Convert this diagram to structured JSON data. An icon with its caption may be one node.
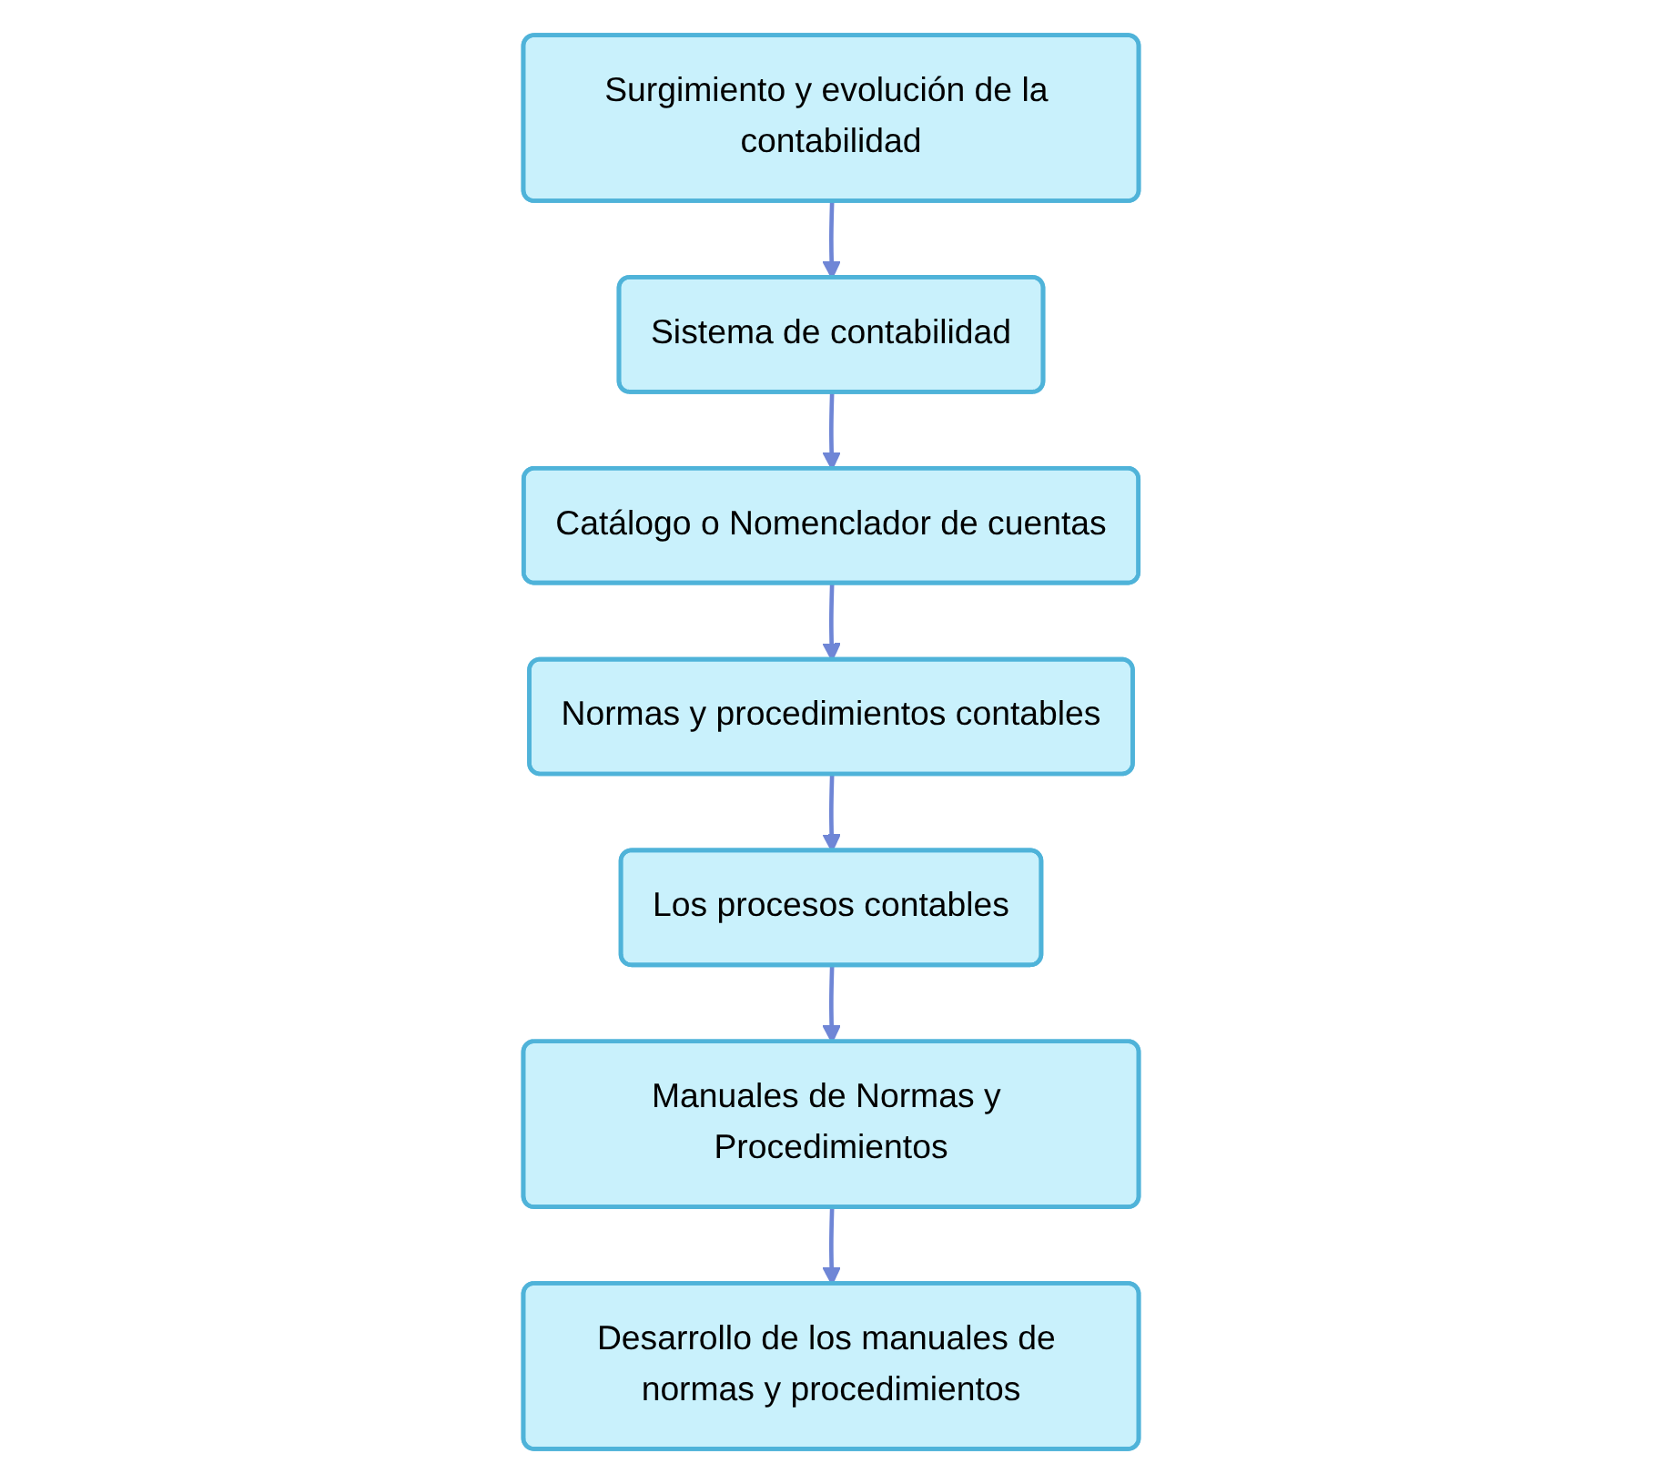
{
  "diagram": {
    "nodes": [
      {
        "text": [
          "Surgimiento y evolución de la contabilidad"
        ]
      },
      {
        "text": [
          "Sistema de contabilidad"
        ]
      },
      {
        "text": [
          "Catálogo o Nomenclador de cuentas"
        ]
      },
      {
        "text": [
          "Normas y procedimientos contables"
        ]
      },
      {
        "text": [
          "Los procesos contables"
        ]
      },
      {
        "text": [
          "Manuales de Normas y Procedimientos"
        ]
      },
      {
        "text": [
          "Desarrollo de los manuales de normas y procedimientos"
        ]
      }
    ],
    "edges": [
      {
        "from": 0,
        "to": 1,
        "arrow": "to"
      },
      {
        "from": 1,
        "to": 2,
        "arrow": "to"
      },
      {
        "from": 2,
        "to": 3,
        "arrow": "to"
      },
      {
        "from": 3,
        "to": 4,
        "arrow": "to"
      },
      {
        "from": 4,
        "to": 5,
        "arrow": "to"
      },
      {
        "from": 5,
        "to": 6,
        "arrow": "to"
      }
    ]
  }
}
